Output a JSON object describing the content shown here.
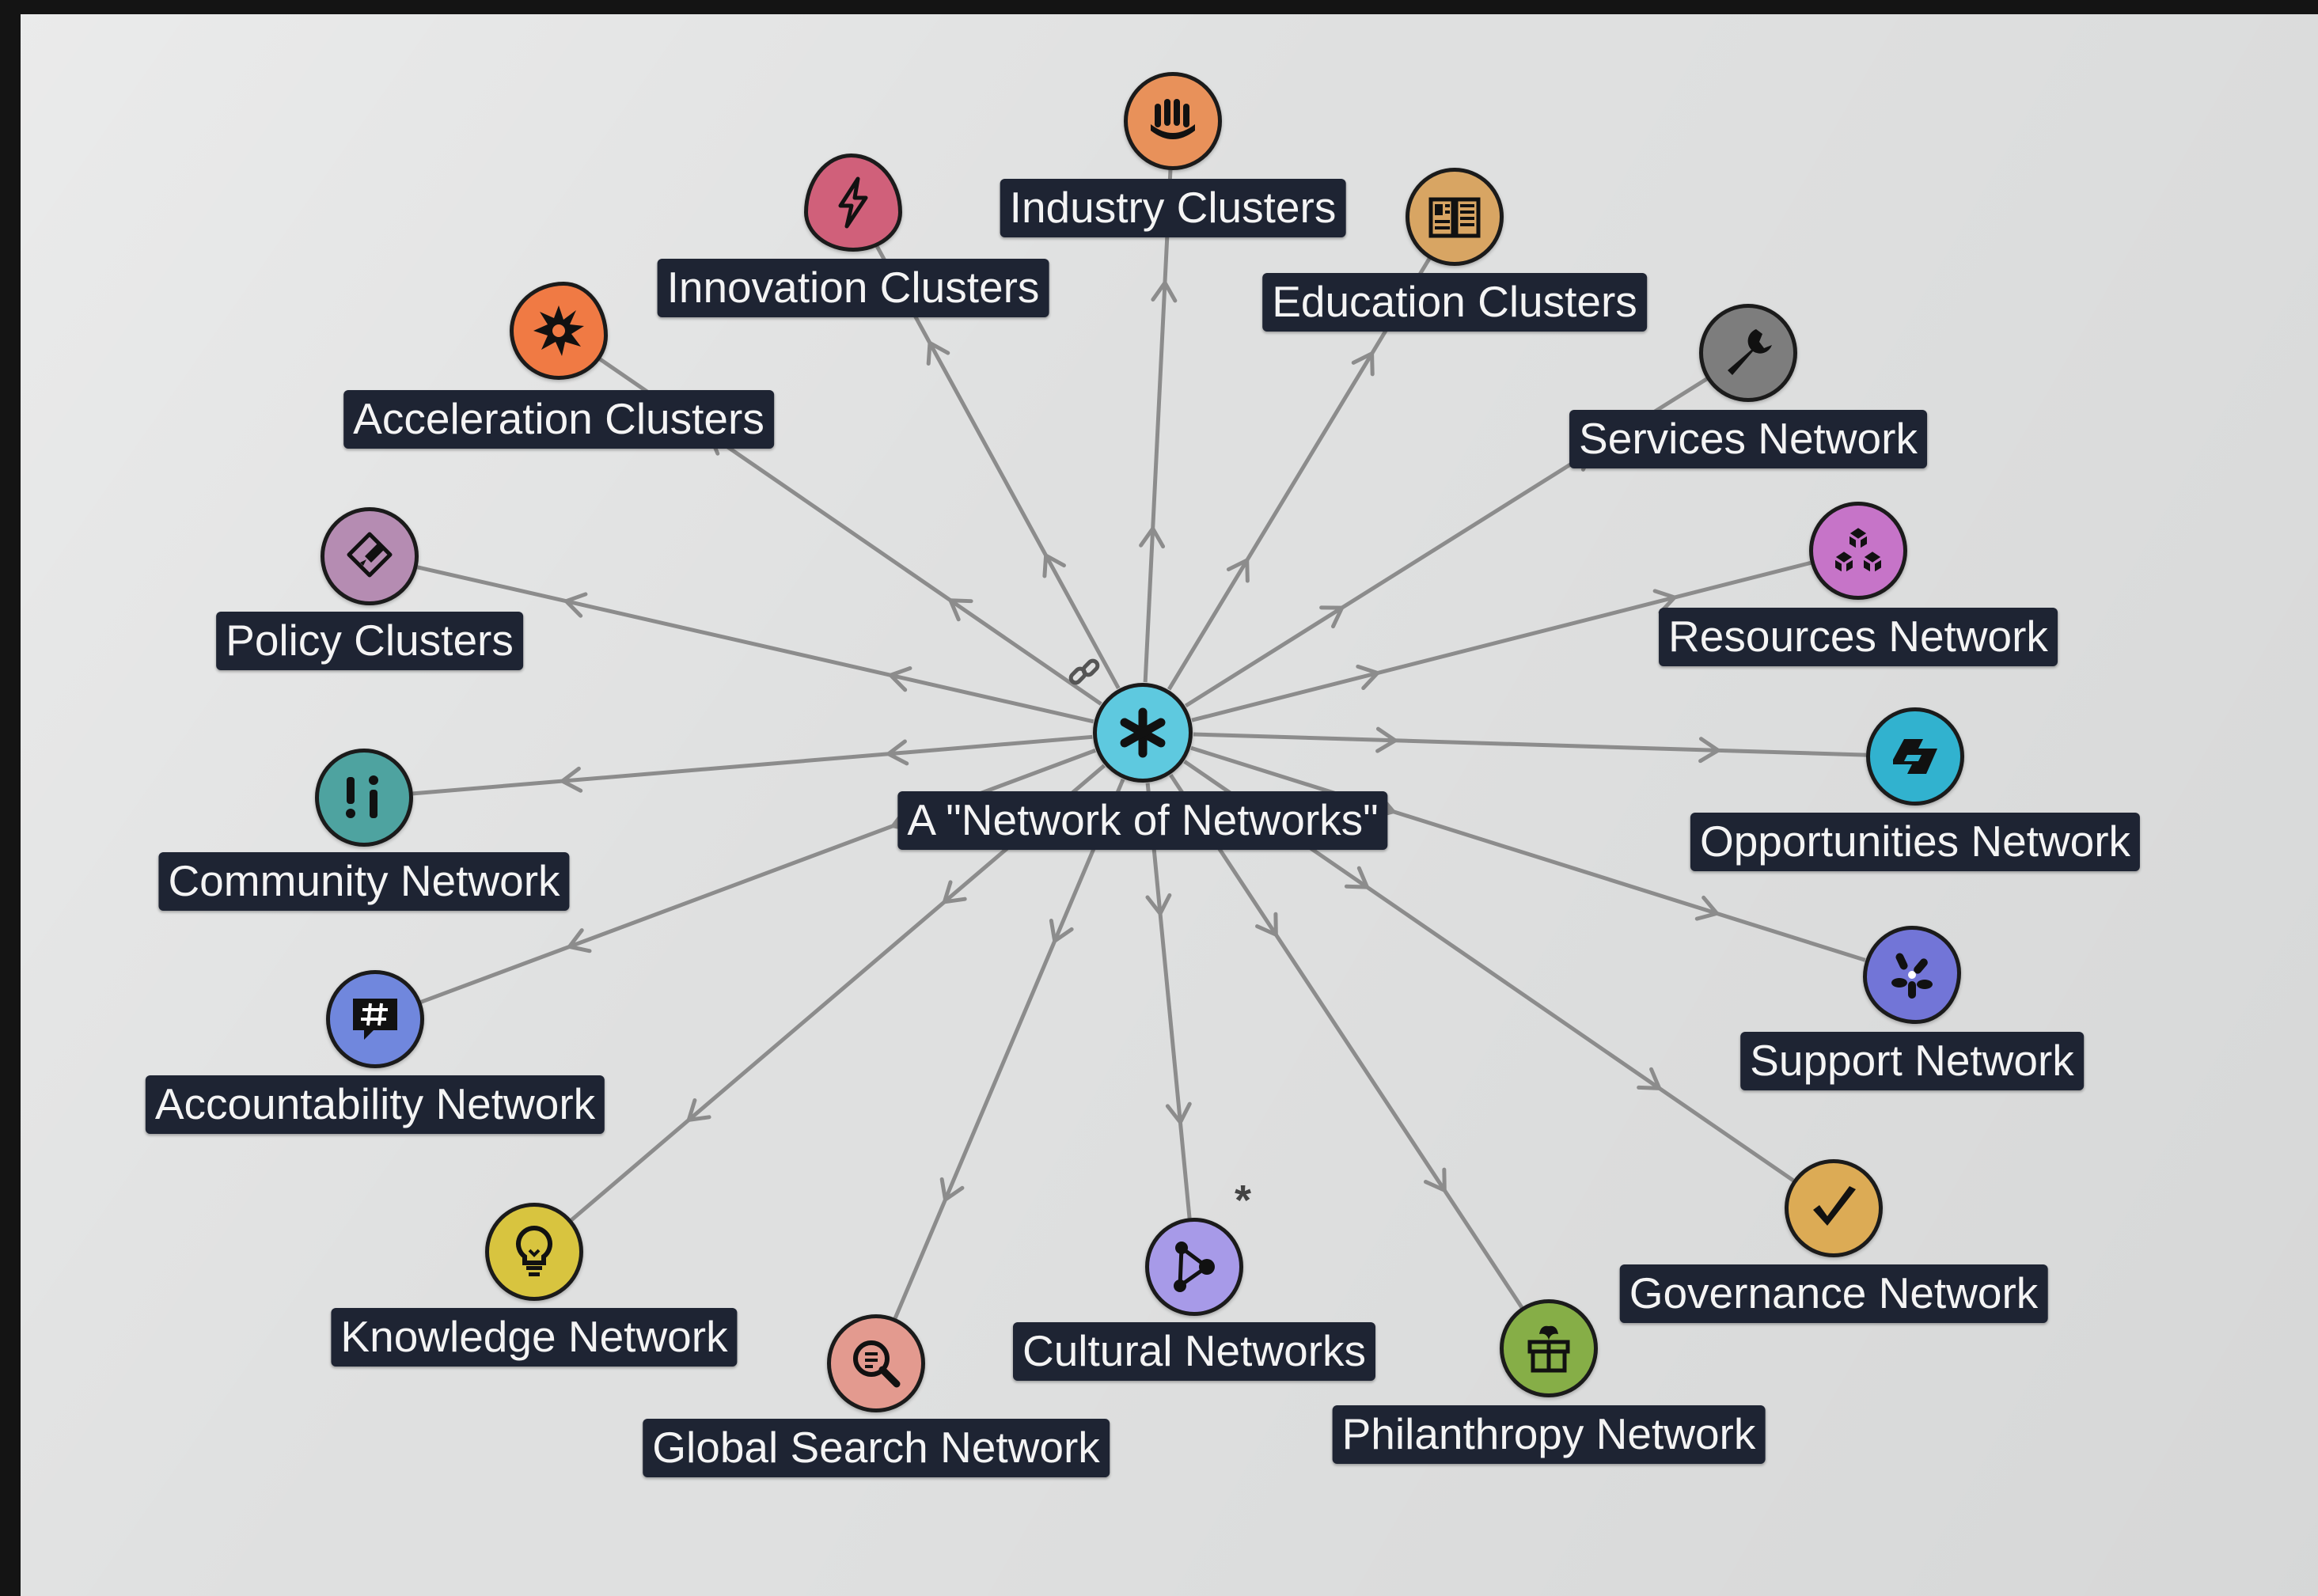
{
  "center": {
    "label": "A \"Network of Networks\"",
    "icon": "asterisk-icon",
    "color": "#5ec9df"
  },
  "nodes": [
    {
      "id": "industry",
      "label": "Industry Clusters",
      "icon": "hand-icon",
      "color": "#e8915a"
    },
    {
      "id": "innovation",
      "label": "Innovation Clusters",
      "icon": "lightning-icon",
      "color": "#d0607a"
    },
    {
      "id": "education",
      "label": "Education Clusters",
      "icon": "book-icon",
      "color": "#d8a563"
    },
    {
      "id": "acceleration",
      "label": "Acceleration Clusters",
      "icon": "explosion-icon",
      "color": "#f07a44"
    },
    {
      "id": "services",
      "label": "Services Network",
      "icon": "wrench-icon",
      "color": "#7d7d7d"
    },
    {
      "id": "policy",
      "label": "Policy Clusters",
      "icon": "stamp-icon",
      "color": "#b58cb2"
    },
    {
      "id": "resources",
      "label": "Resources Network",
      "icon": "boxes-icon",
      "color": "#c674c8"
    },
    {
      "id": "community",
      "label": "Community Network",
      "icon": "info-icon",
      "color": "#4ea3a0"
    },
    {
      "id": "opportunities",
      "label": "Opportunities Network",
      "icon": "portal-icon",
      "color": "#31b2cf"
    },
    {
      "id": "accountability",
      "label": "Accountability Network",
      "icon": "hashtag-icon",
      "color": "#7087dd"
    },
    {
      "id": "support",
      "label": "Support Network",
      "icon": "pills-icon",
      "color": "#7275d7"
    },
    {
      "id": "knowledge",
      "label": "Knowledge Network",
      "icon": "lightbulb-icon",
      "color": "#d8c43f"
    },
    {
      "id": "governance",
      "label": "Governance Network",
      "icon": "checkmark-icon",
      "color": "#dcab55"
    },
    {
      "id": "globalsearch",
      "label": "Global Search Network",
      "icon": "search-icon",
      "color": "#e39a8f"
    },
    {
      "id": "cultural",
      "label": "Cultural Networks",
      "icon": "graph-icon",
      "color": "#a79ae8"
    },
    {
      "id": "philanthropy",
      "label": "Philanthropy Network",
      "icon": "gift-icon",
      "color": "#86ae47"
    }
  ],
  "markers": {
    "cultural_star": "*",
    "link_icon": "link-icon"
  }
}
